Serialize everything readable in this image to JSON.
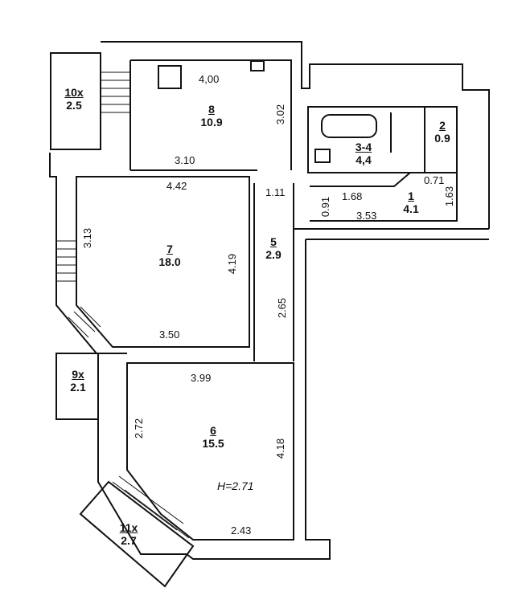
{
  "rooms": [
    {
      "id": "8",
      "area": "10.9"
    },
    {
      "id": "10x",
      "area": "2.5"
    },
    {
      "id": "3-4",
      "area": "4,4"
    },
    {
      "id": "2",
      "area": "0.9"
    },
    {
      "id": "1",
      "area": "4.1"
    },
    {
      "id": "7",
      "area": "18.0"
    },
    {
      "id": "5",
      "area": "2.9"
    },
    {
      "id": "9x",
      "area": "2.1"
    },
    {
      "id": "6",
      "area": "15.5"
    },
    {
      "id": "11x",
      "area": "2.7"
    }
  ],
  "dimensions": {
    "d_400": "4,00",
    "d_302": "3.02",
    "d_310": "3.10",
    "d_442": "4.42",
    "d_111": "1.11",
    "d_091": "0.91",
    "d_168": "1.68",
    "d_071": "0.71",
    "d_163": "1.63",
    "d_353": "3.53",
    "d_313": "3.13",
    "d_419": "4.19",
    "d_265": "2.65",
    "d_350": "3.50",
    "d_399": "3.99",
    "d_272": "2.72",
    "d_418": "4.18",
    "d_243": "2.43"
  },
  "ceiling_height": "H=2.71",
  "colors": {
    "wall": "#111111",
    "background": "#ffffff"
  }
}
